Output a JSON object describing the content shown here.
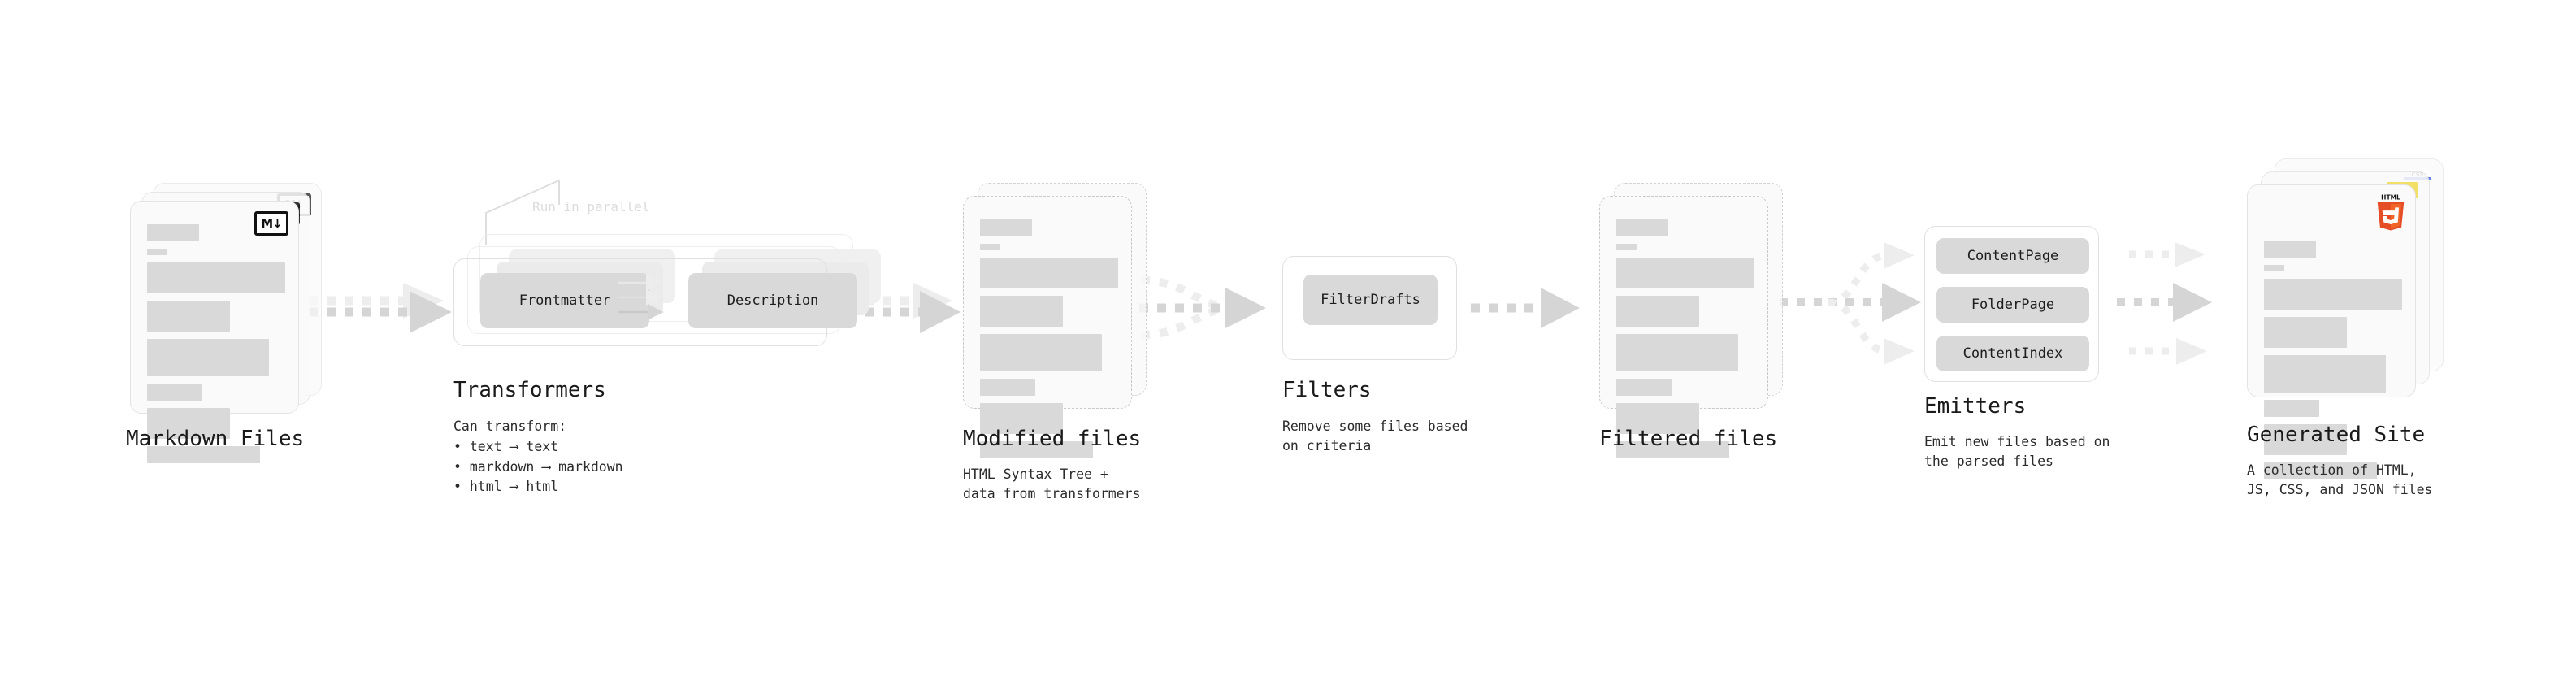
{
  "diagram": {
    "title": "Quartz build pipeline",
    "background": "#ffffff",
    "accent_colors": {
      "skeleton_bar": "#d9d9d9",
      "chip": "#d9d9d9",
      "card_border": "#e3e3e3",
      "dashed_border": "#c9c9c9",
      "arrow": "#d5d5d5",
      "html5": "#E44D26",
      "html5_dark": "#F16529",
      "js": "#F0DB4F",
      "css": "#264DE4",
      "text": "#1a1a1a",
      "muted_text": "#dcdcdc"
    }
  },
  "stages": [
    {
      "id": "markdown-files",
      "caption": "Markdown Files",
      "subcaption": "",
      "badge": "M↓",
      "badge_name": "markdown-icon",
      "card_style": "solid",
      "stacked": 3
    },
    {
      "id": "transformers",
      "caption": "Transformers",
      "subcaption_lines": [
        "Can transform:",
        "• text ⟶ text",
        "• markdown ⟶ markdown",
        "• html ⟶ html"
      ],
      "annotation": "Run in parallel",
      "plugins": [
        "Frontmatter",
        "Description"
      ],
      "layers": 3
    },
    {
      "id": "modified-files",
      "caption": "Modified files",
      "subcaption_lines": [
        "HTML Syntax Tree +",
        "data from transformers"
      ],
      "card_style": "dashed",
      "stacked": 2
    },
    {
      "id": "filters",
      "caption": "Filters",
      "subcaption_lines": [
        "Remove some files based",
        "on criteria"
      ],
      "plugins": [
        "FilterDrafts"
      ]
    },
    {
      "id": "filtered-files",
      "caption": "Filtered files",
      "subcaption_lines": [],
      "card_style": "dashed",
      "stacked": 2
    },
    {
      "id": "emitters",
      "caption": "Emitters",
      "subcaption_lines": [
        "Emit new files based on",
        "the parsed files"
      ],
      "plugins": [
        "ContentPage",
        "FolderPage",
        "ContentIndex"
      ]
    },
    {
      "id": "generated-site",
      "caption": "Generated Site",
      "subcaption_lines": [
        "A collection of HTML,",
        "JS, CSS, and JSON files"
      ],
      "badges": [
        "HTML5",
        "JS",
        "CSS"
      ],
      "card_style": "solid",
      "stacked": 3
    }
  ],
  "connectors": [
    {
      "id": "md-to-transformers",
      "style": "dotted-stacked-arrow"
    },
    {
      "id": "transformers-to-modified",
      "style": "dotted-stacked-arrow"
    },
    {
      "id": "modified-to-filters",
      "style": "dotted-converging-arrow"
    },
    {
      "id": "filters-to-filtered",
      "style": "dotted-arrow"
    },
    {
      "id": "filtered-to-emitters",
      "style": "dotted-fan-out-3"
    },
    {
      "id": "emitters-to-site",
      "style": "dotted-parallel-3"
    }
  ]
}
